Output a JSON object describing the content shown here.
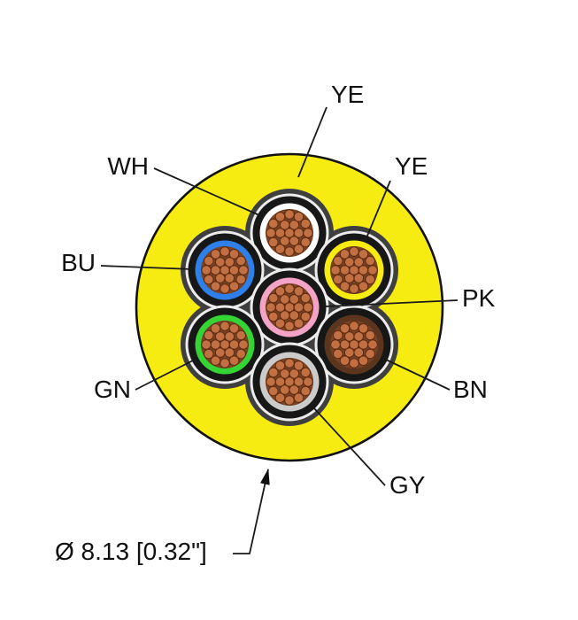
{
  "diagram": {
    "kind": "cable-cross-section",
    "dimension_label": "Ø 8.13 [0.32\"]",
    "jacket": {
      "label": "YE",
      "color": "#f7ec11",
      "outline": "#111111"
    },
    "filler_color": "#3f3f3f",
    "copper_color": "#c17043",
    "copper_dark": "#7a4424",
    "conductors": [
      {
        "label": "WH",
        "color": "#ffffff",
        "position": "top"
      },
      {
        "label": "YE",
        "color": "#f7ec11",
        "position": "upper-right"
      },
      {
        "label": "BU",
        "color": "#2e7fe8",
        "position": "upper-left"
      },
      {
        "label": "PK",
        "color": "#f2a3c6",
        "position": "center"
      },
      {
        "label": "GN",
        "color": "#35d435",
        "position": "lower-left"
      },
      {
        "label": "BN",
        "color": "#5b351d",
        "position": "lower-right"
      },
      {
        "label": "GY",
        "color": "#cbcbcb",
        "position": "bottom"
      }
    ]
  }
}
